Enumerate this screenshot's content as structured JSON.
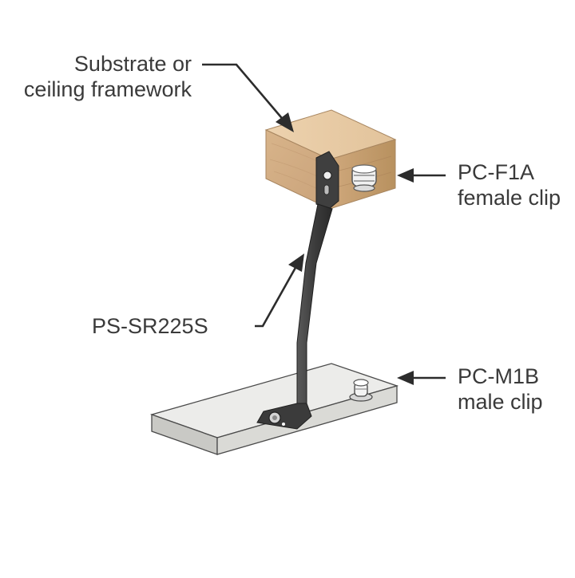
{
  "labels": {
    "substrate": {
      "line1": "Substrate or",
      "line2": "ceiling framework"
    },
    "female_clip": {
      "line1": "PC-F1A",
      "line2": "female clip"
    },
    "rod": {
      "line1": "PS-SR225S"
    },
    "male_clip": {
      "line1": "PC-M1B",
      "line2": "male clip"
    }
  },
  "colors": {
    "text": "#3a3a3a",
    "leader": "#2c2c2c",
    "wood": "#d9b88f",
    "panel": "#e9e9e4",
    "metal": "#4a4a4a"
  }
}
